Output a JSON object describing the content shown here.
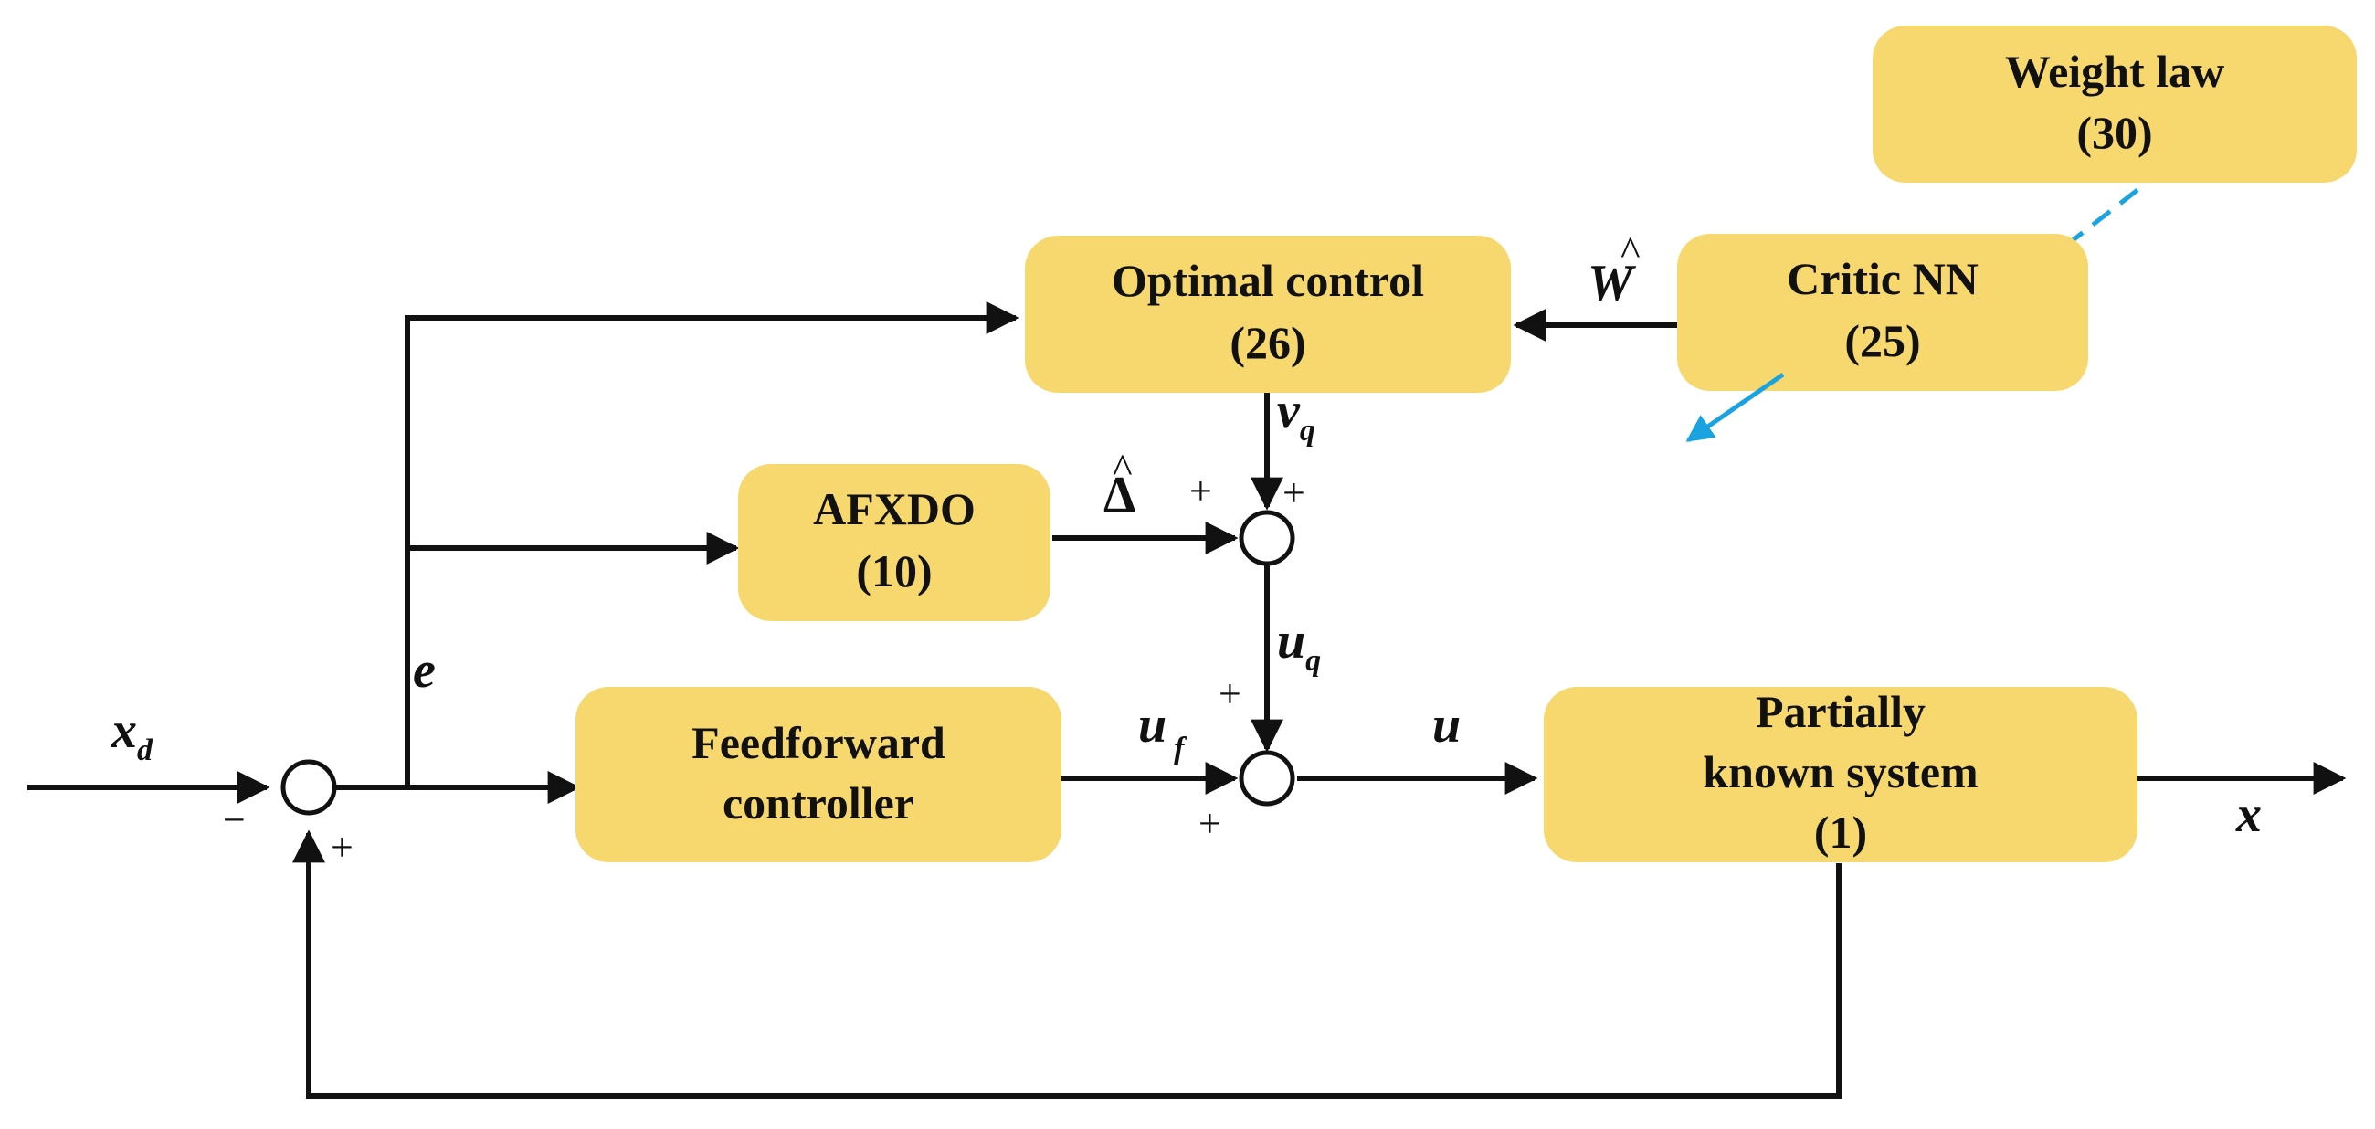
{
  "blocks": {
    "weight_law": {
      "line1": "Weight law",
      "line2": "(30)"
    },
    "optimal_control": {
      "line1": "Optimal control",
      "line2": "(26)"
    },
    "critic_nn": {
      "line1": "Critic NN",
      "line2": "(25)"
    },
    "afxdo": {
      "line1": "AFXDO",
      "line2": "(10)"
    },
    "feedforward": {
      "line1": "Feedforward",
      "line2": "controller"
    },
    "plant": {
      "line1": "Partially",
      "line2": "known system",
      "line3": "(1)"
    }
  },
  "signals": {
    "x_d": {
      "main": "x",
      "sub": "d"
    },
    "e": "e",
    "w_hat": {
      "main": "W",
      "hat": "^"
    },
    "v_q": {
      "main": "v",
      "sub": "q"
    },
    "delta_hat": {
      "main": "Δ",
      "hat": "^"
    },
    "u_q": {
      "main": "u",
      "sub": "q"
    },
    "u_f": {
      "main": "u",
      "sub": "f"
    },
    "u": "u",
    "x": "x"
  },
  "signs": {
    "sum_error_minus": "−",
    "sum_error_plus": "+",
    "sum_q_left_plus": "+",
    "sum_q_top_plus": "+",
    "sum_u_top_plus": "+",
    "sum_u_bottom_plus": "+"
  },
  "colors": {
    "block_fill": "#f6d86e",
    "line": "#111111",
    "tuning_arrow": "#1aa3e0"
  }
}
